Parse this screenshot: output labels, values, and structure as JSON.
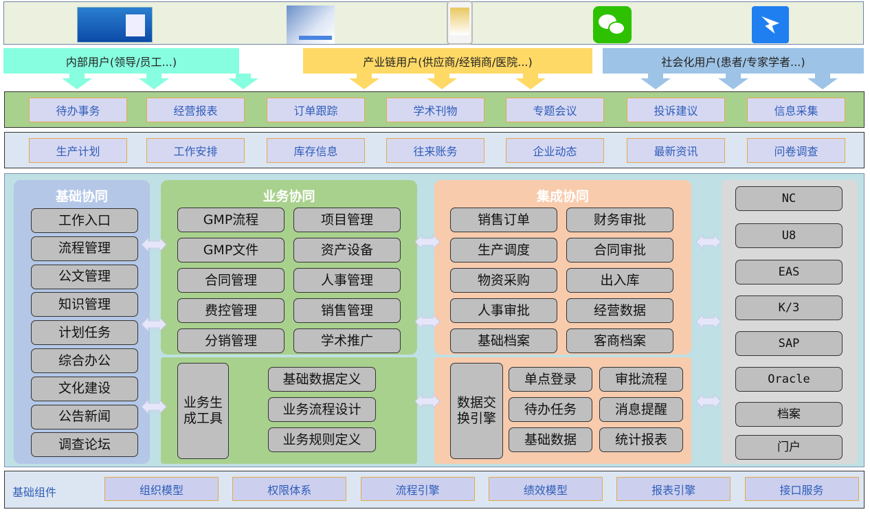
{
  "client_icons": [
    "desktop-login-screenshot-icon",
    "web-login-screenshot-icon",
    "mobile-app-screenshot-icon",
    "wechat-icon",
    "dingtalk-icon"
  ],
  "user_bands": [
    {
      "label": "内部用户(领导/员工...)",
      "color": "#87fedf"
    },
    {
      "label": "产业链用户(供应商/经销商/医院...)",
      "color": "#ffd966"
    },
    {
      "label": "社会化用户(患者/专家学者...)",
      "color": "#9dc3e6"
    }
  ],
  "row1": {
    "color": "#a9d18e",
    "items": [
      "待办事务",
      "经营报表",
      "订单跟踪",
      "学术刊物",
      "专题会议",
      "投诉建议",
      "信息采集"
    ]
  },
  "row2": {
    "color": "#dce6f2",
    "items": [
      "生产计划",
      "工作安排",
      "库存信息",
      "往来账务",
      "企业动态",
      "最新资讯",
      "问卷调查"
    ]
  },
  "basic": {
    "title": "基础协同",
    "items": [
      "工作入口",
      "流程管理",
      "公文管理",
      "知识管理",
      "计划任务",
      "综合办公",
      "文化建设",
      "公告新闻",
      "调查论坛"
    ]
  },
  "business": {
    "title": "业务协同",
    "items": [
      "GMP流程",
      "项目管理",
      "GMP文件",
      "资产设备",
      "合同管理",
      "人事管理",
      "费控管理",
      "销售管理",
      "分销管理",
      "学术推广"
    ],
    "tool": "业务生成工具",
    "tool_items": [
      "基础数据定义",
      "业务流程设计",
      "业务规则定义"
    ]
  },
  "integration": {
    "title": "集成协同",
    "items": [
      "销售订单",
      "财务审批",
      "生产调度",
      "合同审批",
      "物资采购",
      "出入库",
      "人事审批",
      "经营数据",
      "基础档案",
      "客商档案"
    ],
    "engine": "数据交换引擎",
    "engine_items": [
      "单点登录",
      "审批流程",
      "待办任务",
      "消息提醒",
      "基础数据",
      "统计报表"
    ]
  },
  "systems": [
    "NC",
    "U8",
    "EAS",
    "K/3",
    "SAP",
    "Oracle",
    "档案",
    "门户"
  ],
  "bottom": {
    "label": "基础组件",
    "items": [
      "组织模型",
      "权限体系",
      "流程引擎",
      "绩效模型",
      "报表引擎",
      "接口服务"
    ]
  }
}
